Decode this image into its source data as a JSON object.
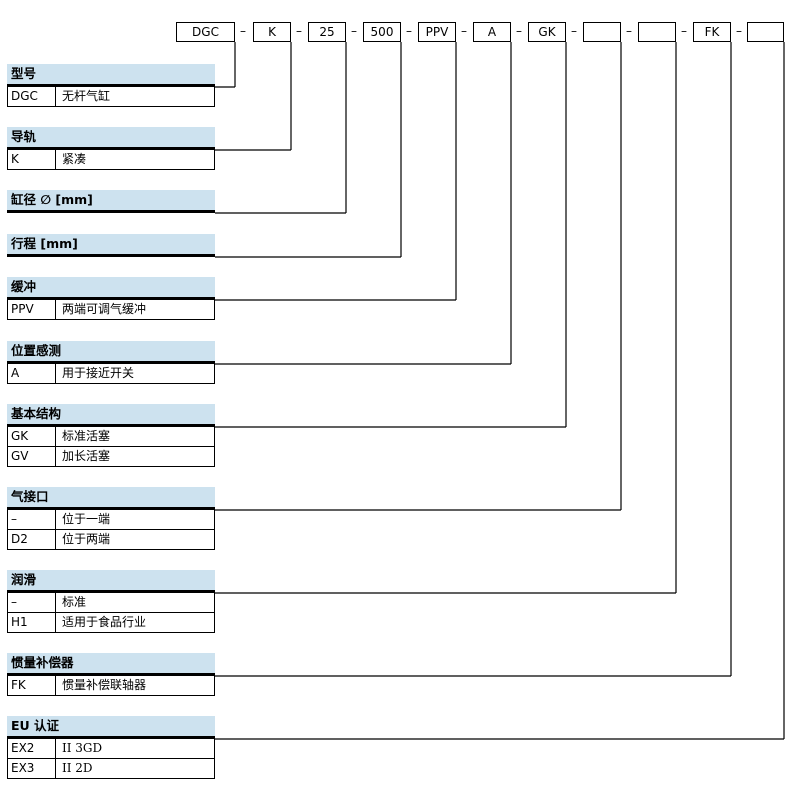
{
  "code_parts": [
    "DGC",
    "K",
    "25",
    "500",
    "PPV",
    "A",
    "GK",
    "",
    "",
    "FK",
    ""
  ],
  "separator": "–",
  "sections": [
    {
      "title": "型号",
      "rows": [
        {
          "code": "DGC",
          "desc": "无杆气缸"
        }
      ]
    },
    {
      "title": "导轨",
      "rows": [
        {
          "code": "K",
          "desc": "紧凑"
        }
      ]
    },
    {
      "title": "缸径 ∅ [mm]",
      "rows": []
    },
    {
      "title": "行程 [mm]",
      "rows": []
    },
    {
      "title": "缓冲",
      "rows": [
        {
          "code": "PPV",
          "desc": "两端可调气缓冲"
        }
      ]
    },
    {
      "title": "位置感测",
      "rows": [
        {
          "code": "A",
          "desc": "用于接近开关"
        }
      ]
    },
    {
      "title": "基本结构",
      "rows": [
        {
          "code": "GK",
          "desc": "标准活塞"
        },
        {
          "code": "GV",
          "desc": "加长活塞"
        }
      ]
    },
    {
      "title": "气接口",
      "rows": [
        {
          "code": "–",
          "desc": "位于一端"
        },
        {
          "code": "D2",
          "desc": "位于两端"
        }
      ]
    },
    {
      "title": "润滑",
      "rows": [
        {
          "code": "–",
          "desc": "标准"
        },
        {
          "code": "H1",
          "desc": "适用于食品行业"
        }
      ]
    },
    {
      "title": "惯量补偿器",
      "rows": [
        {
          "code": "FK",
          "desc": "惯量补偿联轴器"
        }
      ]
    },
    {
      "title": "EU 认证",
      "rows": [
        {
          "code": "EX2",
          "desc": "II 3GD"
        },
        {
          "code": "EX3",
          "desc": "II 2D"
        }
      ]
    }
  ]
}
